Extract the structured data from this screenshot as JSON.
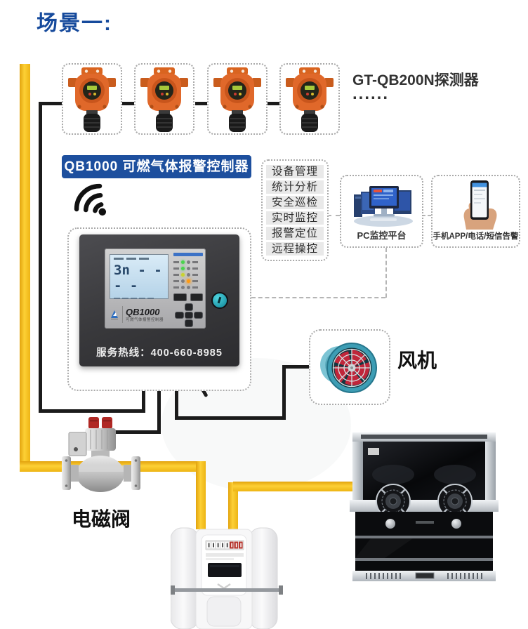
{
  "page": {
    "title": "场景一:",
    "background": "#ffffff"
  },
  "colors": {
    "title_blue": "#164a9c",
    "banner_blue": "#1d4f9e",
    "pipe_yellow": "#f7c31c",
    "wire_black": "#1b1b1b",
    "alarm_orange": "#ff9a12",
    "ok_green": "#4ad34e",
    "detector_orange": "#e0682a"
  },
  "detectors": {
    "label": "GT-QB200N探测器",
    "ellipsis": "......",
    "count": 4,
    "icon": "gas-detector-icon"
  },
  "banner": {
    "label": "QB1000 可燃气体报警控制器"
  },
  "wifi": {
    "icon": "wifi-icon"
  },
  "features": {
    "items": [
      "设备管理",
      "统计分析",
      "安全巡检",
      "实时监控",
      "报警定位",
      "远程操控"
    ]
  },
  "pc": {
    "label": "PC监控平台",
    "icon": "desktop-monitors-icon"
  },
  "phone": {
    "label": "手机APP/电话/短信告警",
    "icon": "hand-phone-icon"
  },
  "panel": {
    "brand": "QB1000",
    "brand_sub": "可燃气体报警控制器",
    "lcd_value": "3n - - - -",
    "hotline": "服务热线：400-660-8985"
  },
  "fan": {
    "label": "风机",
    "icon": "axial-fan-icon"
  },
  "valve": {
    "label": "电磁阀",
    "icon": "solenoid-valve-icon"
  },
  "meter": {
    "icon": "gas-meter-icon"
  },
  "stove": {
    "icon": "integrated-stove-icon"
  }
}
